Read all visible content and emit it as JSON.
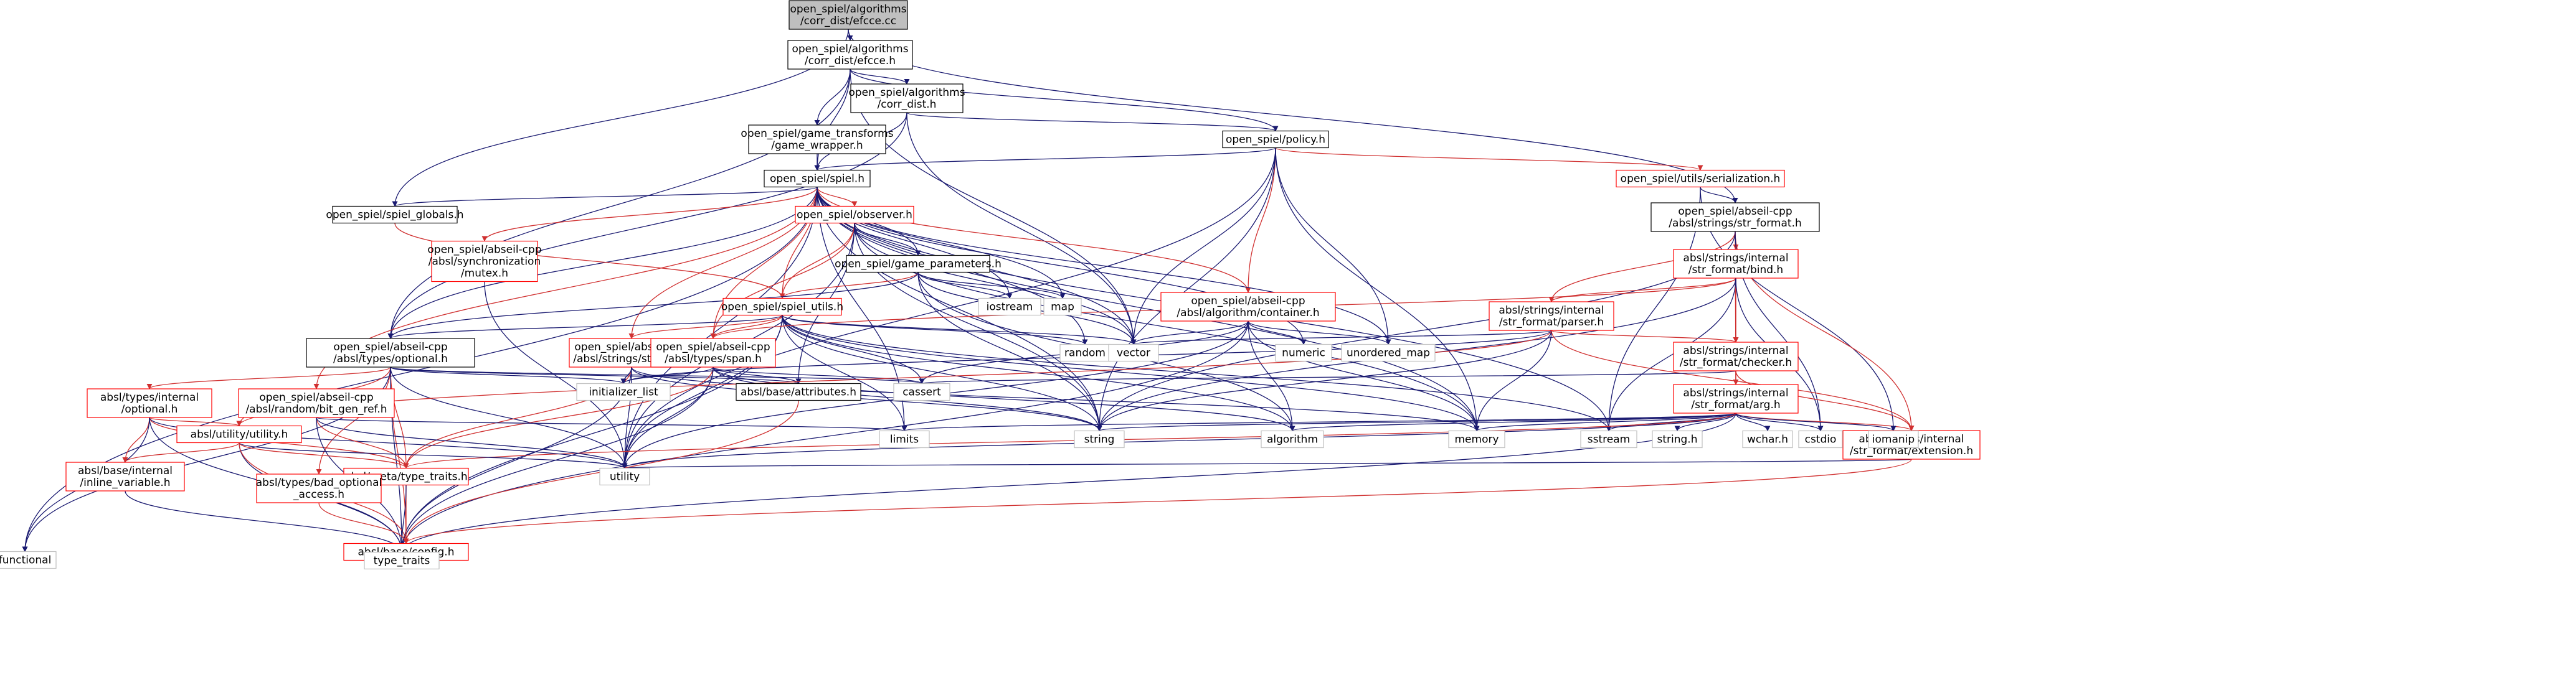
{
  "colors": {
    "edge": "#191970",
    "edge_red": "#d03030",
    "box_black": "#000000",
    "box_red": "#ff0000",
    "box_plain": "#bfbfbf",
    "root_fill": "#bfbfbf"
  },
  "nodes": {
    "n0": {
      "lines": [
        "open_spiel/algorithms",
        "/corr_dist/efcce.cc"
      ],
      "style": "root"
    },
    "n1": {
      "lines": [
        "open_spiel/algorithms",
        "/corr_dist/efcce.h"
      ],
      "style": "black"
    },
    "n2": {
      "lines": [
        "open_spiel/algorithms",
        "/corr_dist.h"
      ],
      "style": "black"
    },
    "n3": {
      "lines": [
        "open_spiel/game_transforms",
        "/game_wrapper.h"
      ],
      "style": "black"
    },
    "n4": {
      "lines": [
        "open_spiel/policy.h"
      ],
      "style": "black"
    },
    "n5": {
      "lines": [
        "open_spiel/spiel.h"
      ],
      "style": "black"
    },
    "n6": {
      "lines": [
        "open_spiel/spiel_globals.h"
      ],
      "style": "black"
    },
    "n7": {
      "lines": [
        "open_spiel/utils/serialization.h"
      ],
      "style": "red"
    },
    "n8": {
      "lines": [
        "open_spiel/abseil-cpp",
        "/absl/strings/str_format.h"
      ],
      "style": "black"
    },
    "n9": {
      "lines": [
        "open_spiel/observer.h"
      ],
      "style": "red"
    },
    "n10": {
      "lines": [
        "open_spiel/game_parameters.h"
      ],
      "style": "black"
    },
    "n11": {
      "lines": [
        "open_spiel/abseil-cpp",
        "/absl/synchronization",
        "/mutex.h"
      ],
      "style": "red"
    },
    "n12": {
      "lines": [
        "open_spiel/spiel_utils.h"
      ],
      "style": "red"
    },
    "n13": {
      "lines": [
        "open_spiel/abseil-cpp",
        "/absl/types/optional.h"
      ],
      "style": "black"
    },
    "n14": {
      "lines": [
        "open_spiel/abseil-cpp",
        "/absl/strings/str_join.h"
      ],
      "style": "red"
    },
    "n15": {
      "lines": [
        "open_spiel/abseil-cpp",
        "/absl/types/span.h"
      ],
      "style": "red"
    },
    "n16": {
      "lines": [
        "open_spiel/abseil-cpp",
        "/absl/algorithm/container.h"
      ],
      "style": "red"
    },
    "n17": {
      "lines": [
        "absl/strings/internal",
        "/str_format/bind.h"
      ],
      "style": "red"
    },
    "n18": {
      "lines": [
        "absl/strings/internal",
        "/str_format/parser.h"
      ],
      "style": "red"
    },
    "n19": {
      "lines": [
        "absl/strings/internal",
        "/str_format/checker.h"
      ],
      "style": "red"
    },
    "n20": {
      "lines": [
        "absl/strings/internal",
        "/str_format/arg.h"
      ],
      "style": "red"
    },
    "n21": {
      "lines": [
        "absl/strings/internal",
        "/str_format/extension.h"
      ],
      "style": "red"
    },
    "n22": {
      "lines": [
        "absl/types/internal",
        "/optional.h"
      ],
      "style": "red"
    },
    "n23": {
      "lines": [
        "open_spiel/abseil-cpp",
        "/absl/random/bit_gen_ref.h"
      ],
      "style": "red"
    },
    "n24": {
      "lines": [
        "absl/base/attributes.h"
      ],
      "style": "black"
    },
    "n25": {
      "lines": [
        "absl/utility/utility.h"
      ],
      "style": "red"
    },
    "n26": {
      "lines": [
        "absl/base/internal",
        "/inline_variable.h"
      ],
      "style": "red"
    },
    "n27": {
      "lines": [
        "absl/meta/type_traits.h"
      ],
      "style": "red"
    },
    "n28": {
      "lines": [
        "absl/types/bad_optional",
        "_access.h"
      ],
      "style": "red"
    },
    "n29": {
      "lines": [
        "absl/base/config.h"
      ],
      "style": "red"
    },
    "s_iostream": {
      "lines": [
        "iostream"
      ],
      "style": "plain"
    },
    "s_map": {
      "lines": [
        "map"
      ],
      "style": "plain"
    },
    "s_random": {
      "lines": [
        "random"
      ],
      "style": "plain"
    },
    "s_vector": {
      "lines": [
        "vector"
      ],
      "style": "plain"
    },
    "s_numeric": {
      "lines": [
        "numeric"
      ],
      "style": "plain"
    },
    "s_unordered_map": {
      "lines": [
        "unordered_map"
      ],
      "style": "plain"
    },
    "s_cassert": {
      "lines": [
        "cassert"
      ],
      "style": "plain"
    },
    "s_initializer_list": {
      "lines": [
        "initializer_list"
      ],
      "style": "plain"
    },
    "s_limits": {
      "lines": [
        "limits"
      ],
      "style": "plain"
    },
    "s_string": {
      "lines": [
        "string"
      ],
      "style": "plain"
    },
    "s_algorithm": {
      "lines": [
        "algorithm"
      ],
      "style": "plain"
    },
    "s_memory": {
      "lines": [
        "memory"
      ],
      "style": "plain"
    },
    "s_sstream": {
      "lines": [
        "sstream"
      ],
      "style": "plain"
    },
    "s_string_h": {
      "lines": [
        "string.h"
      ],
      "style": "plain"
    },
    "s_wchar_h": {
      "lines": [
        "wchar.h"
      ],
      "style": "plain"
    },
    "s_cstdio": {
      "lines": [
        "cstdio"
      ],
      "style": "plain"
    },
    "s_iomanip": {
      "lines": [
        "iomanip"
      ],
      "style": "plain"
    },
    "s_utility": {
      "lines": [
        "utility"
      ],
      "style": "plain"
    },
    "s_functional": {
      "lines": [
        "functional"
      ],
      "style": "plain"
    },
    "s_type_traits": {
      "lines": [
        "type_traits"
      ],
      "style": "plain"
    }
  },
  "edges": [
    [
      "n0",
      "n1"
    ],
    [
      "n0",
      "n6"
    ],
    [
      "n0",
      "n8"
    ],
    [
      "n1",
      "n2"
    ],
    [
      "n1",
      "n3"
    ],
    [
      "n1",
      "n4"
    ],
    [
      "n1",
      "n5"
    ],
    [
      "n1",
      "n13"
    ],
    [
      "n1",
      "s_vector"
    ],
    [
      "n2",
      "n4"
    ],
    [
      "n2",
      "n5"
    ],
    [
      "n2",
      "n13"
    ],
    [
      "n2",
      "s_vector"
    ],
    [
      "n3",
      "n5"
    ],
    [
      "n4",
      "n5"
    ],
    [
      "n4",
      "n7"
    ],
    [
      "n4",
      "n16"
    ],
    [
      "n4",
      "s_vector"
    ],
    [
      "n4",
      "s_unordered_map"
    ],
    [
      "n4",
      "s_string"
    ],
    [
      "n4",
      "s_memory"
    ],
    [
      "n4",
      "s_utility"
    ],
    [
      "n5",
      "n6"
    ],
    [
      "n5",
      "n9"
    ],
    [
      "n5",
      "n10"
    ],
    [
      "n5",
      "n11"
    ],
    [
      "n5",
      "n12"
    ],
    [
      "n5",
      "n13"
    ],
    [
      "n5",
      "n14"
    ],
    [
      "n5",
      "n15"
    ],
    [
      "n5",
      "n16"
    ],
    [
      "n5",
      "n23"
    ],
    [
      "n5",
      "s_iostream"
    ],
    [
      "n5",
      "s_map"
    ],
    [
      "n5",
      "s_random"
    ],
    [
      "n5",
      "s_vector"
    ],
    [
      "n5",
      "s_numeric"
    ],
    [
      "n5",
      "s_unordered_map"
    ],
    [
      "n5",
      "s_string"
    ],
    [
      "n5",
      "s_memory"
    ],
    [
      "n5",
      "s_sstream"
    ],
    [
      "n5",
      "s_utility"
    ],
    [
      "n5",
      "s_functional"
    ],
    [
      "n5",
      "s_limits"
    ],
    [
      "n6",
      "n12"
    ],
    [
      "n7",
      "n8"
    ],
    [
      "n7",
      "s_sstream"
    ],
    [
      "n7",
      "s_iomanip"
    ],
    [
      "n8",
      "n17"
    ],
    [
      "n8",
      "n18"
    ],
    [
      "n8",
      "n19"
    ],
    [
      "n8",
      "n20"
    ],
    [
      "n8",
      "n21"
    ],
    [
      "n8",
      "s_cstdio"
    ],
    [
      "n8",
      "s_string"
    ],
    [
      "n9",
      "n10"
    ],
    [
      "n9",
      "n12"
    ],
    [
      "n9",
      "n15"
    ],
    [
      "n9",
      "n24"
    ],
    [
      "n9",
      "s_string"
    ],
    [
      "n9",
      "s_vector"
    ],
    [
      "n9",
      "s_memory"
    ],
    [
      "n9",
      "s_utility"
    ],
    [
      "n10",
      "n12"
    ],
    [
      "n10",
      "n13"
    ],
    [
      "n10",
      "s_iostream"
    ],
    [
      "n10",
      "s_map"
    ],
    [
      "n10",
      "s_string"
    ],
    [
      "n10",
      "s_vector"
    ],
    [
      "n10",
      "s_algorithm"
    ],
    [
      "n11",
      "s_utility"
    ],
    [
      "n12",
      "n13"
    ],
    [
      "n12",
      "n14"
    ],
    [
      "n12",
      "n15"
    ],
    [
      "n12",
      "s_random"
    ],
    [
      "n12",
      "s_vector"
    ],
    [
      "n12",
      "s_string"
    ],
    [
      "n12",
      "s_memory"
    ],
    [
      "n12",
      "s_sstream"
    ],
    [
      "n12",
      "s_utility"
    ],
    [
      "n12",
      "s_algorithm"
    ],
    [
      "n12",
      "s_type_traits"
    ],
    [
      "n12",
      "s_cassert"
    ],
    [
      "n12",
      "s_limits"
    ],
    [
      "n13",
      "n22"
    ],
    [
      "n13",
      "n24"
    ],
    [
      "n13",
      "n25"
    ],
    [
      "n13",
      "n27"
    ],
    [
      "n13",
      "n28"
    ],
    [
      "n13",
      "n29"
    ],
    [
      "n13",
      "s_initializer_list"
    ],
    [
      "n13",
      "s_utility"
    ],
    [
      "n13",
      "s_type_traits"
    ],
    [
      "n13",
      "s_functional"
    ],
    [
      "n13",
      "s_cassert"
    ],
    [
      "n14",
      "n27"
    ],
    [
      "n14",
      "s_initializer_list"
    ],
    [
      "n14",
      "s_string"
    ],
    [
      "n14",
      "s_utility"
    ],
    [
      "n14",
      "s_memory"
    ],
    [
      "n14",
      "s_type_traits"
    ],
    [
      "n15",
      "n24"
    ],
    [
      "n15",
      "n27"
    ],
    [
      "n15",
      "s_initializer_list"
    ],
    [
      "n15",
      "s_algorithm"
    ],
    [
      "n15",
      "s_cassert"
    ],
    [
      "n15",
      "s_utility"
    ],
    [
      "n15",
      "s_type_traits"
    ],
    [
      "n15",
      "s_string"
    ],
    [
      "n16",
      "s_vector"
    ],
    [
      "n16",
      "s_numeric"
    ],
    [
      "n16",
      "s_unordered_map"
    ],
    [
      "n16",
      "s_algorithm"
    ],
    [
      "n16",
      "s_cassert"
    ],
    [
      "n16",
      "s_memory"
    ],
    [
      "n16",
      "s_utility"
    ],
    [
      "n16",
      "s_type_traits"
    ],
    [
      "n17",
      "n18"
    ],
    [
      "n17",
      "n19"
    ],
    [
      "n17",
      "n20"
    ],
    [
      "n17",
      "n15"
    ],
    [
      "n17",
      "s_string"
    ],
    [
      "n17",
      "s_sstream"
    ],
    [
      "n17",
      "s_cstdio"
    ],
    [
      "n17",
      "s_array"
    ],
    [
      "n18",
      "n19"
    ],
    [
      "n18",
      "n21"
    ],
    [
      "n18",
      "s_string"
    ],
    [
      "n18",
      "s_memory"
    ],
    [
      "n18",
      "s_vector"
    ],
    [
      "n18",
      "s_initializer_list"
    ],
    [
      "n18",
      "n25"
    ],
    [
      "n19",
      "n20"
    ],
    [
      "n19",
      "n21"
    ],
    [
      "n19",
      "s_cassert"
    ],
    [
      "n20",
      "n21"
    ],
    [
      "n20",
      "s_string"
    ],
    [
      "n20",
      "s_string_h"
    ],
    [
      "n20",
      "s_wchar_h"
    ],
    [
      "n20",
      "s_cstdio"
    ],
    [
      "n20",
      "s_iomanip"
    ],
    [
      "n20",
      "s_limits"
    ],
    [
      "n20",
      "s_memory"
    ],
    [
      "n20",
      "s_sstream"
    ],
    [
      "n20",
      "s_algorithm"
    ],
    [
      "n20",
      "s_type_traits"
    ],
    [
      "n20",
      "s_utility"
    ],
    [
      "n20",
      "n27"
    ],
    [
      "n21",
      "n29"
    ],
    [
      "n21",
      "s_utility"
    ],
    [
      "n22",
      "n25"
    ],
    [
      "n22",
      "n26"
    ],
    [
      "n22",
      "n27"
    ],
    [
      "n22",
      "s_utility"
    ],
    [
      "n22",
      "s_type_traits"
    ],
    [
      "n22",
      "s_functional"
    ],
    [
      "n23",
      "n27"
    ],
    [
      "n23",
      "s_limits"
    ],
    [
      "n23",
      "s_type_traits"
    ],
    [
      "n23",
      "s_utility"
    ],
    [
      "n24",
      "n29"
    ],
    [
      "n25",
      "n26"
    ],
    [
      "n25",
      "n27"
    ],
    [
      "n25",
      "s_utility"
    ],
    [
      "n25",
      "s_type_traits"
    ],
    [
      "n25",
      "n29"
    ],
    [
      "n26",
      "s_type_traits"
    ],
    [
      "n27",
      "n29"
    ],
    [
      "n27",
      "s_type_traits"
    ],
    [
      "n28",
      "n29"
    ]
  ]
}
